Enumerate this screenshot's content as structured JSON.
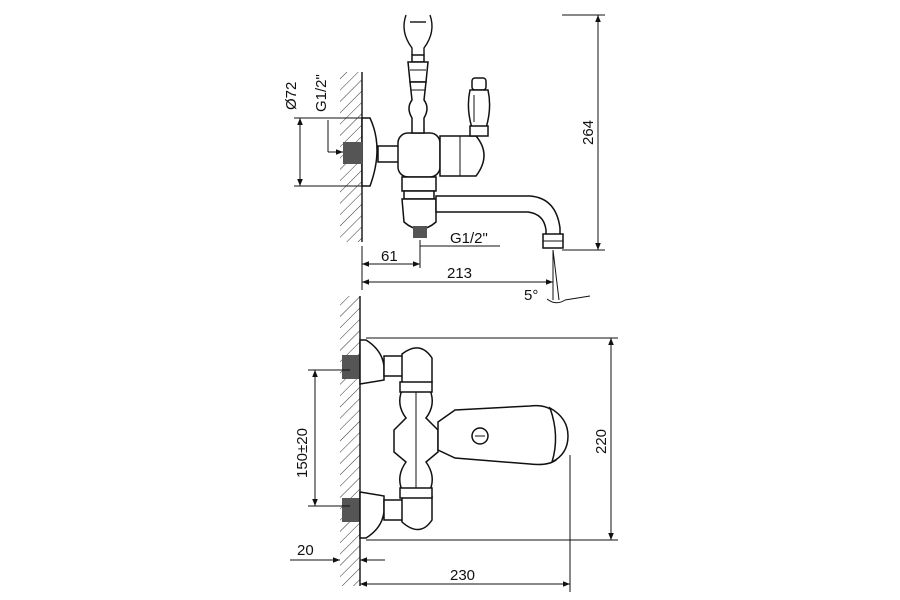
{
  "dimensions": {
    "top": {
      "d72": "Ø72",
      "g12_left": "G1/2\"",
      "g12_bottom": "G1/2\"",
      "d61": "61",
      "d213": "213",
      "d264": "264",
      "angle": "5°"
    },
    "bottom": {
      "d150": "150±20",
      "d220": "220",
      "d20": "20",
      "d230": "230"
    }
  }
}
